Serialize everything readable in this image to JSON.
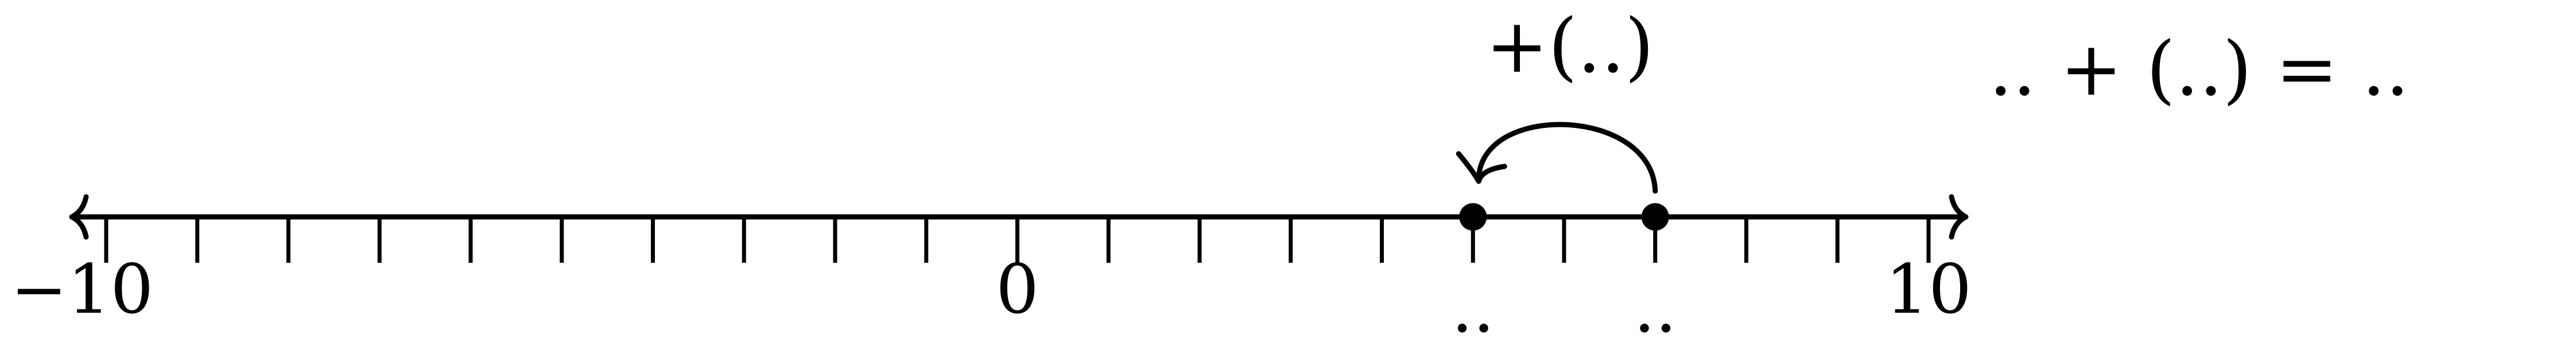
{
  "number_line": {
    "min": -10,
    "max": 10,
    "step": 1,
    "labeled_ticks": [
      {
        "value": -10,
        "label": "−10"
      },
      {
        "value": 0,
        "label": "0"
      },
      {
        "value": 10,
        "label": "10"
      }
    ],
    "arrows": "both-ends"
  },
  "points": [
    {
      "value": 5,
      "label": ".."
    },
    {
      "value": 7,
      "label": ".."
    }
  ],
  "jump": {
    "from": 7,
    "to": 5,
    "direction": "left",
    "label": "+(..)"
  },
  "equation": {
    "text": ".. + (..) = .."
  }
}
